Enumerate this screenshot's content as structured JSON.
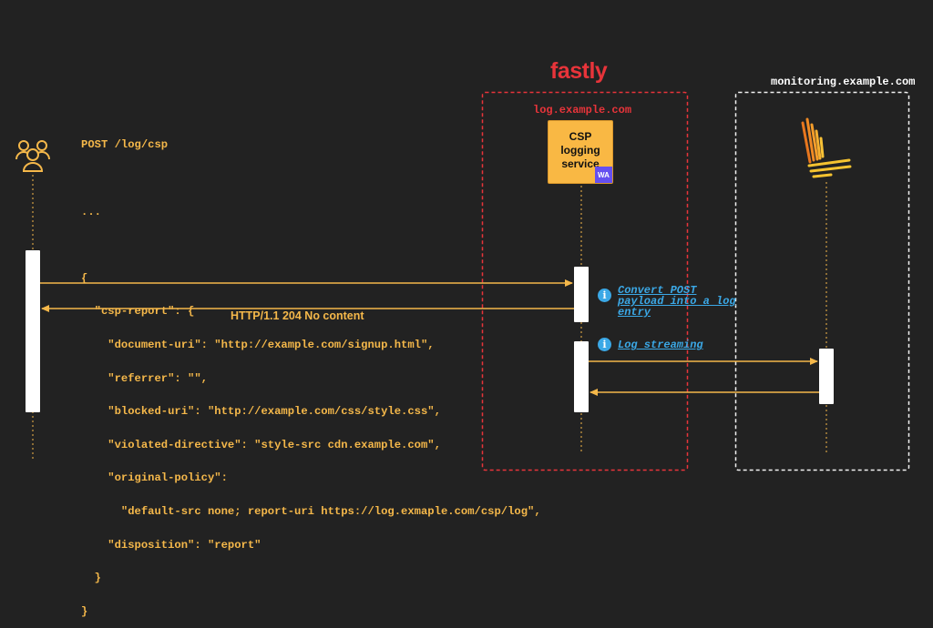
{
  "code": {
    "lines": [
      "POST /log/csp",
      "",
      "...",
      "",
      "{",
      "  \"csp-report\": {",
      "    \"document-uri\": \"http://example.com/signup.html\",",
      "    \"referrer\": \"\",",
      "    \"blocked-uri\": \"http://example.com/css/style.css\",",
      "    \"violated-directive\": \"style-src cdn.example.com\",",
      "    \"original-policy\":",
      "      \"default-src none; report-uri https://log.exmaple.com/csp/log\",",
      "    \"disposition\": \"report\"",
      "  }",
      "}"
    ]
  },
  "log_host": "log.example.com",
  "monitoring_host": "monitoring.example.com",
  "fastly_logo": "fastly",
  "service": {
    "lines": [
      "CSP",
      "logging",
      "service"
    ],
    "badge": "WA"
  },
  "response_label": "HTTP/1.1 204 No content",
  "notes": {
    "convert": "Convert POST\npayload into a log\nentry",
    "streaming": "Log streaming"
  },
  "colors": {
    "background": "#222222",
    "arrow": "#F5B84A",
    "fastly_red": "#E8343A",
    "note_blue": "#3BA8E6",
    "service_box": "#F9B844",
    "wasm_purple": "#654FF0"
  }
}
